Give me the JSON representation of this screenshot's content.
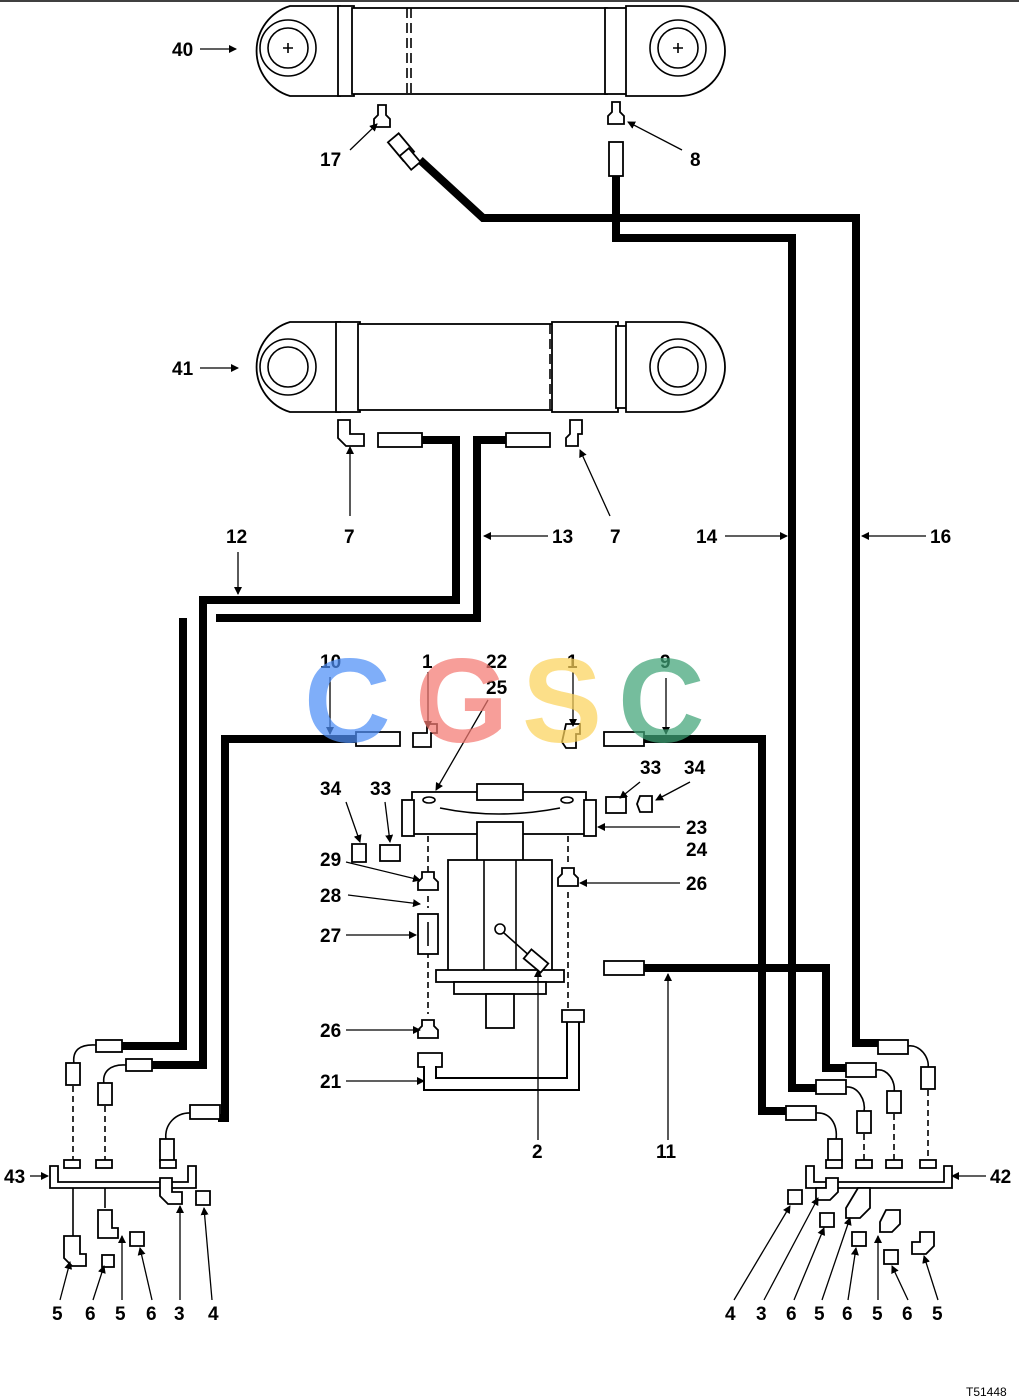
{
  "drawing_code": "T51448",
  "watermark": {
    "letters": [
      {
        "char": "C",
        "color": "#4f8ff7"
      },
      {
        "char": "G",
        "color": "#f47a72"
      },
      {
        "char": "S",
        "color": "#fcd35c"
      },
      {
        "char": "C",
        "color": "#41a578"
      }
    ]
  },
  "callouts": {
    "c40": "40",
    "c17": "17",
    "c8": "8",
    "c41": "41",
    "c7a": "7",
    "c7b": "7",
    "c12": "12",
    "c13": "13",
    "c14": "14",
    "c16": "16",
    "c10": "10",
    "c1a": "1",
    "c22": "22",
    "c25": "25",
    "c1b": "1",
    "c9": "9",
    "c33a": "33",
    "c34a": "34",
    "c34b": "34",
    "c33b": "33",
    "c23": "23",
    "c24": "24",
    "c29": "29",
    "c26a": "26",
    "c28": "28",
    "c27": "27",
    "c26b": "26",
    "c21": "21",
    "c2": "2",
    "c11": "11",
    "c43": "43",
    "c42": "42",
    "l5a": "5",
    "l6a": "6",
    "l5b": "5",
    "l6b": "6",
    "l3a": "3",
    "l4a": "4",
    "r4": "4",
    "r3": "3",
    "r6a": "6",
    "r5a": "5",
    "r6b": "6",
    "r5b": "5",
    "r6c": "6",
    "r5c": "5"
  }
}
